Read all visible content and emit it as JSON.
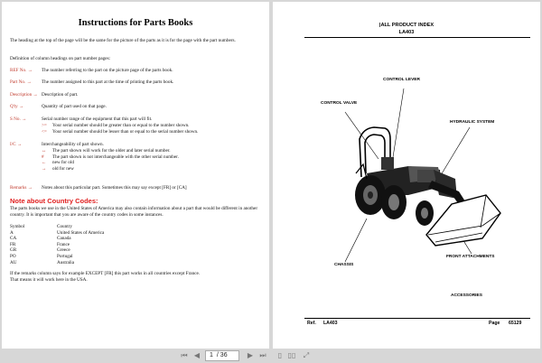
{
  "left_page": {
    "title": "Instructions for Parts Books",
    "intro": "The heading at the top of the page will be the same for the picture of the parts as it is for the page with the part numbers.",
    "definition_heading": "Definition of column headings on part number pages:",
    "definitions": [
      {
        "key": "REF No.",
        "text": "The number referring to the part on the picture page of the parts book."
      },
      {
        "key": "Part No.",
        "text": "The number assigned to this part at the time of printing the parts book."
      },
      {
        "key": "Description",
        "text": "Description of part."
      },
      {
        "key": "Q'ty",
        "text": "Quantity of part used on that page."
      }
    ],
    "serial": {
      "key": "S No.",
      "text": "Serial number range of the equipment that this part will fit.",
      "subs": [
        {
          "sym": ">=",
          "text": "Your serial number should be greater than or equal to the number shown."
        },
        {
          "sym": "<=",
          "text": "Your serial number should be lesser than or equal to the serial number shown."
        }
      ]
    },
    "interchange": {
      "key": "I/C",
      "text": "Interchangeability of part shown.",
      "subs": [
        {
          "sym": "↔",
          "text": "The part shown will work for the older and later serial number."
        },
        {
          "sym": "#",
          "text": "The part shown is not interchangeable with the other serial number."
        },
        {
          "sym": "←",
          "text": "new for old"
        },
        {
          "sym": "→",
          "text": "old for new"
        }
      ]
    },
    "remarks": {
      "key": "Remarks",
      "text": "Notes about this particular part. Sometimes this may say except [FR] or [CA]"
    },
    "country_heading": "Note about Country Codes:",
    "country_text": "The parts books we use in the United States of America may also contain information about a part that would be different in another country. It is important that you are aware of the country codes in some instances.",
    "codes_header": {
      "sym": "Symbol",
      "name": "Country"
    },
    "codes": [
      {
        "sym": "A",
        "name": "United States of America"
      },
      {
        "sym": "CA",
        "name": "Canada"
      },
      {
        "sym": "FR",
        "name": "France"
      },
      {
        "sym": "GR",
        "name": "Greece"
      },
      {
        "sym": "PO",
        "name": "Portugal"
      },
      {
        "sym": "AU",
        "name": "Australia"
      }
    ],
    "closing_1": "If the remarks column says for example EXCEPT [FR] this part works in all countries except France.",
    "closing_2": "That means it will work here in the USA."
  },
  "right_page": {
    "header_1": "|ALL PRODUCT INDEX",
    "header_2": "LA403",
    "callouts": {
      "control_lever": "CONTROL LEVER",
      "control_valve": "CONTROL VALVE",
      "hydraulic_system": "HYDRAULIC SYSTEM",
      "chassis": "CHASSIS",
      "front_attachments": "FRONT ATTACHMENTS",
      "accessories": "ACCESSORIES"
    },
    "footer": {
      "ref_label": "Ref.",
      "ref_value": "LA403",
      "page_label": "Page",
      "page_value": "65129"
    }
  },
  "toolbar": {
    "current_page": "1",
    "total_pages": "/ 36",
    "icons": [
      "first-page-icon",
      "prev-page-icon",
      "next-page-icon",
      "last-page-icon",
      "single-page-icon",
      "two-page-icon",
      "fit-icon"
    ]
  },
  "colors": {
    "key_red": "#c0392b",
    "country_red": "#e02020",
    "background": "#d7d7d7"
  }
}
